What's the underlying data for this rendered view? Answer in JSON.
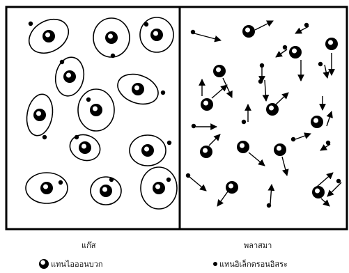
{
  "panels": {
    "gas": {
      "caption": "แก๊ส",
      "atoms": [
        {
          "ion": [
            70,
            52
          ],
          "orbit": [
            30,
            22,
            -30
          ],
          "electron": [
            44,
            34
          ]
        },
        {
          "ion": [
            160,
            54
          ],
          "orbit": [
            26,
            28,
            0
          ],
          "electron": [
            162,
            80
          ]
        },
        {
          "ion": [
            225,
            50
          ],
          "orbit": [
            24,
            25,
            0
          ],
          "electron": [
            210,
            35
          ]
        },
        {
          "ion": [
            100,
            110
          ],
          "orbit": [
            20,
            28,
            10
          ],
          "electron": [
            89,
            89
          ]
        },
        {
          "ion": [
            198,
            128
          ],
          "orbit": [
            30,
            20,
            20
          ],
          "electron": [
            234,
            133
          ]
        },
        {
          "ion": [
            138,
            158
          ],
          "orbit": [
            26,
            30,
            0
          ],
          "electron": [
            127,
            143
          ]
        },
        {
          "ion": [
            57,
            165
          ],
          "orbit": [
            18,
            30,
            10
          ],
          "electron": [
            64,
            197
          ]
        },
        {
          "ion": [
            122,
            212
          ],
          "orbit": [
            22,
            18,
            20
          ],
          "electron": [
            110,
            197
          ]
        },
        {
          "ion": [
            212,
            216
          ],
          "orbit": [
            26,
            22,
            0
          ],
          "electron": [
            243,
            205
          ]
        },
        {
          "ion": [
            67,
            270
          ],
          "orbit": [
            30,
            22,
            0
          ],
          "electron": [
            87,
            262
          ]
        },
        {
          "ion": [
            152,
            274
          ],
          "orbit": [
            22,
            20,
            0
          ],
          "electron": [
            160,
            258
          ]
        },
        {
          "ion": [
            228,
            270
          ],
          "orbit": [
            26,
            30,
            0
          ],
          "electron": [
            242,
            258
          ]
        }
      ]
    },
    "plasma": {
      "caption": "พลาสมา",
      "ions": [
        [
          357,
          45
        ],
        [
          424,
          75
        ],
        [
          476,
          63
        ],
        [
          315,
          102
        ],
        [
          297,
          150
        ],
        [
          391,
          157
        ],
        [
          455,
          175
        ],
        [
          296,
          218
        ],
        [
          349,
          211
        ],
        [
          402,
          215
        ],
        [
          333,
          269
        ],
        [
          457,
          276
        ]
      ],
      "electrons": [
        [
          277,
          46
        ],
        [
          440,
          36
        ],
        [
          409,
          68
        ],
        [
          376,
          94
        ],
        [
          460,
          92
        ],
        [
          374,
          117
        ],
        [
          350,
          175
        ],
        [
          278,
          181
        ],
        [
          421,
          200
        ],
        [
          471,
          205
        ],
        [
          270,
          252
        ],
        [
          486,
          260
        ],
        [
          386,
          295
        ]
      ],
      "arrows": [
        [
          [
            279,
            48
          ],
          [
            317,
            58
          ]
        ],
        [
          [
            366,
            43
          ],
          [
            392,
            30
          ]
        ],
        [
          [
            443,
            38
          ],
          [
            424,
            48
          ]
        ],
        [
          [
            412,
            71
          ],
          [
            396,
            82
          ]
        ],
        [
          [
            466,
            93
          ],
          [
            470,
            112
          ]
        ],
        [
          [
            476,
            76
          ],
          [
            476,
            108
          ]
        ],
        [
          [
            320,
            112
          ],
          [
            333,
            140
          ]
        ],
        [
          [
            290,
            138
          ],
          [
            290,
            114
          ]
        ],
        [
          [
            376,
            96
          ],
          [
            376,
            118
          ]
        ],
        [
          [
            432,
            86
          ],
          [
            432,
            116
          ]
        ],
        [
          [
            380,
            115
          ],
          [
            382,
            145
          ]
        ],
        [
          [
            463,
            138
          ],
          [
            463,
            158
          ]
        ],
        [
          [
            304,
            141
          ],
          [
            326,
            122
          ]
        ],
        [
          [
            396,
            150
          ],
          [
            414,
            133
          ]
        ],
        [
          [
            356,
            175
          ],
          [
            356,
            150
          ]
        ],
        [
          [
            281,
            182
          ],
          [
            311,
            182
          ]
        ],
        [
          [
            300,
            209
          ],
          [
            316,
            193
          ]
        ],
        [
          [
            424,
            200
          ],
          [
            446,
            192
          ]
        ],
        [
          [
            474,
            207
          ],
          [
            460,
            216
          ]
        ],
        [
          [
            357,
            219
          ],
          [
            380,
            238
          ]
        ],
        [
          [
            405,
            225
          ],
          [
            412,
            252
          ]
        ],
        [
          [
            327,
            275
          ],
          [
            312,
            296
          ]
        ],
        [
          [
            272,
            254
          ],
          [
            296,
            274
          ]
        ],
        [
          [
            388,
            293
          ],
          [
            390,
            265
          ]
        ],
        [
          [
            455,
            268
          ],
          [
            478,
            248
          ]
        ],
        [
          [
            490,
            262
          ],
          [
            470,
            282
          ]
        ],
        [
          [
            461,
            285
          ],
          [
            473,
            296
          ]
        ],
        [
          [
            469,
            181
          ],
          [
            476,
            160
          ]
        ]
      ]
    }
  },
  "legend": {
    "ion_label": "แทนไอออนบวก",
    "electron_label": "แทนอิเล็กตรอนอิสระ"
  },
  "colors": {
    "ink": "#000000",
    "background": "#ffffff"
  }
}
